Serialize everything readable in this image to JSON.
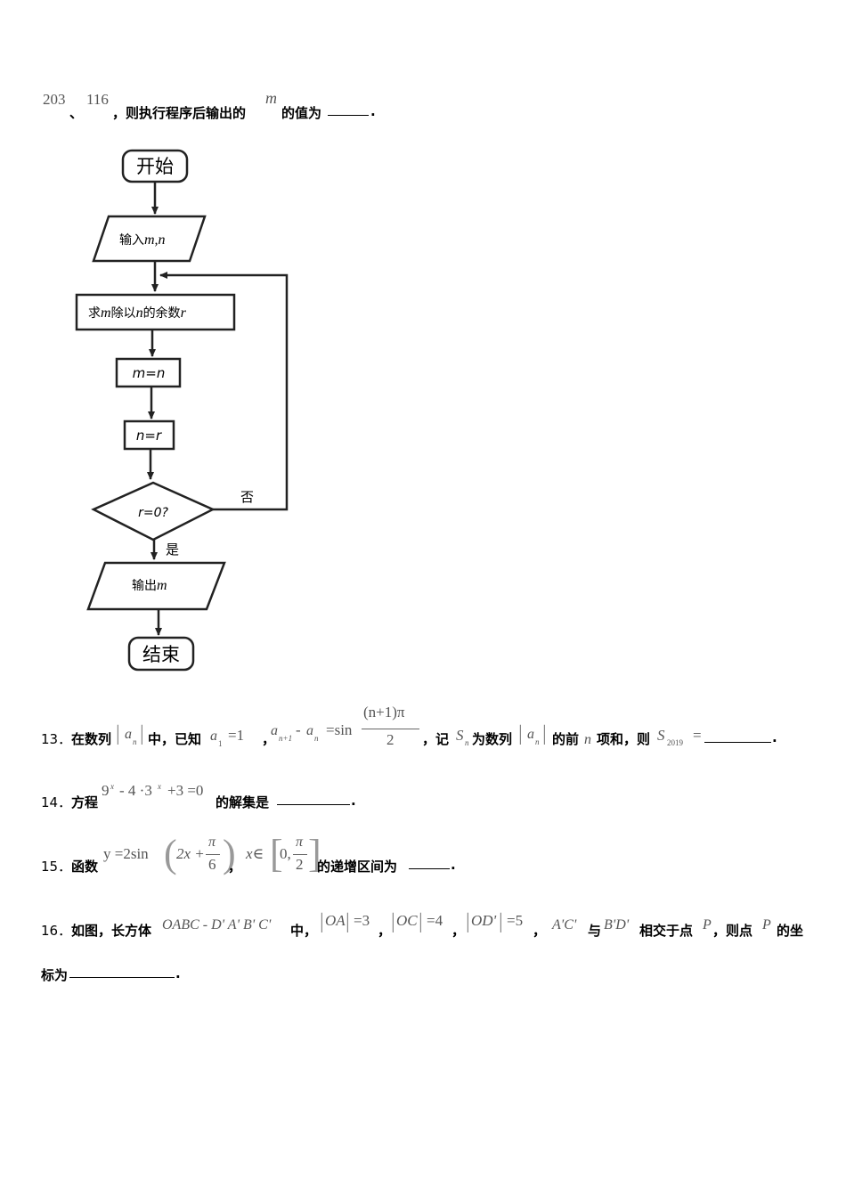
{
  "top_line": {
    "num1": "203",
    "sep": "、",
    "num2": "116",
    "text_a": "，则执行程序后输出的",
    "var_m": "m",
    "text_b": "的值为",
    "end": "."
  },
  "flowchart": {
    "start": "开始",
    "input_label": "输入",
    "input_vars": "m,n",
    "step_prefix": "求",
    "step_m": "m",
    "step_mid": "除以",
    "step_n": "n",
    "step_suffix": "的余数",
    "step_r": "r",
    "assign1": "m=n",
    "assign2": "n=r",
    "cond": "r=0?",
    "no": "否",
    "yes": "是",
    "output_label": "输出",
    "output_var": "m",
    "end": "结束"
  },
  "q13": {
    "num": "13．",
    "t1": "在数列",
    "seq_a": "a",
    "seq_sub": "n",
    "t2": "中，已知",
    "a1": "a",
    "a1_sub": "1",
    "a1_eq": "=1",
    "comma": "，",
    "rec_a": "a",
    "rec_sub1": "n+1",
    "rec_minus": "-",
    "rec_a2": "a",
    "rec_sub2": "n",
    "rec_eq": "=sin",
    "frac_num": "(n+1)π",
    "frac_den": "2",
    "t3": "，记",
    "S": "S",
    "S_sub": "n",
    "t4": "为数列",
    "t5": "的前",
    "n": "n",
    "t6": "项和，则",
    "S2": "S",
    "S2_sub": "2019",
    "eq": "=",
    "end": "."
  },
  "q14": {
    "num": "14．",
    "t1": "方程",
    "expr_9": "9",
    "expr_sup_x1": "x",
    "expr_mid": "- 4 ·3",
    "expr_sup_x2": "x",
    "expr_tail": "+3 =0",
    "t2": "的解集是",
    "end": "."
  },
  "q15": {
    "num": "15．",
    "t1": "函数",
    "fn": "y =2sin",
    "arg": "2x +",
    "frac_num": "π",
    "frac_den": "6",
    "comma": "，",
    "dom": "x∈",
    "int_left": "0,",
    "int_num": "π",
    "int_den": "2",
    "t2": "的递增区间为",
    "end": "."
  },
  "q16": {
    "num": "16．",
    "t1": "如图，长方体",
    "solid": "OABC - D' A' B' C'",
    "t2": "中，",
    "oa": "OA",
    "oa_val": "=3",
    "oc": "OC",
    "oc_val": "=4",
    "od": "OD'",
    "od_val": "=5",
    "sep": "，",
    "ac": "A'C'",
    "t3": "与",
    "bd": "B'D'",
    "t4": "相交于点",
    "p": "P",
    "t5": "，则点",
    "p2": "P",
    "t6": "的坐",
    "line2": "标为",
    "end": "."
  }
}
